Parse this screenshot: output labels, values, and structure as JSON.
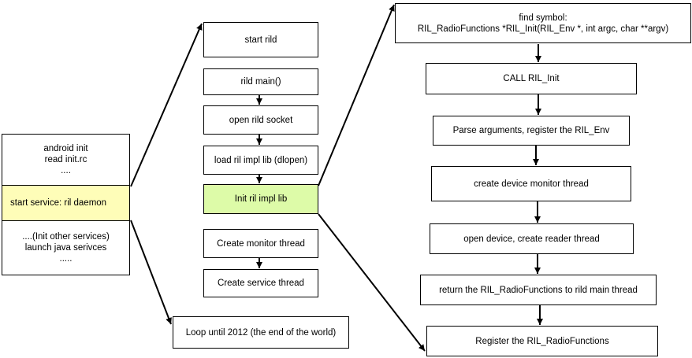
{
  "android_init": {
    "top_lines": [
      "android init",
      "read init.rc",
      "...."
    ],
    "start_service": "start service: ril daemon",
    "bottom_lines": [
      "....(Init other services)",
      "launch java serivces",
      "....."
    ]
  },
  "rild": {
    "steps": [
      "start rild",
      "rild main()",
      "open rild socket",
      "load ril impl lib (dlopen)",
      "Init ril impl lib",
      "Create monitor thread",
      "Create service thread"
    ],
    "loop": "Loop until 2012 (the end of the world)"
  },
  "ril_init": {
    "find_symbol": [
      "find symbol:",
      "RIL_RadioFunctions *RIL_Init(RIL_Env *, int argc, char **argv)"
    ],
    "steps": [
      "CALL RIL_Init",
      "Parse arguments, register the RIL_Env",
      "create device monitor thread",
      "open device, create reader thread",
      "return the RIL_RadioFunctions to rild main thread",
      "Register the RIL_RadioFunctions"
    ]
  },
  "colors": {
    "highlight_yellow": "#fefdb8",
    "highlight_green": "#ddfba8",
    "border": "#000000"
  }
}
